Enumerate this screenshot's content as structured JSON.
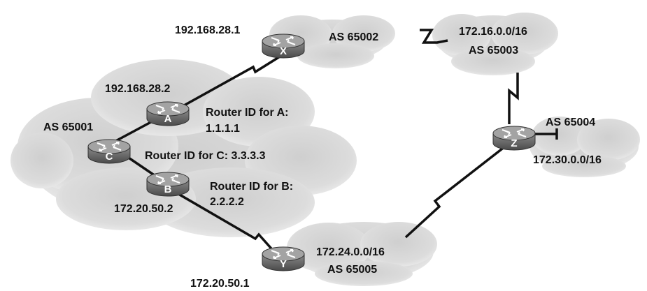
{
  "colors": {
    "cloud_fill": "#d8d8d8",
    "cloud_edge": "#eeeeee",
    "router_body": "#6e6e6e",
    "router_top": "#9a9a9a",
    "link": "#111111",
    "text": "#111111"
  },
  "routers": {
    "x": {
      "letter": "X",
      "icon": "router-icon"
    },
    "a": {
      "letter": "A",
      "icon": "router-icon"
    },
    "c": {
      "letter": "C",
      "icon": "router-icon"
    },
    "b": {
      "letter": "B",
      "icon": "router-icon"
    },
    "y": {
      "letter": "Y",
      "icon": "router-icon"
    },
    "z": {
      "letter": "Z",
      "icon": "router-icon"
    }
  },
  "labels": {
    "x_ip": "192.168.28.1",
    "as_65002": "AS 65002",
    "network_65003": "172.16.0.0/16",
    "as_65003": "AS 65003",
    "a_ip": "192.168.28.2",
    "router_id_a_title": "Router ID for A:",
    "router_id_a_value": "1.1.1.1",
    "as_65001": "AS 65001",
    "router_id_c": "Router ID for C: 3.3.3.3",
    "router_id_b_title": "Router ID for B:",
    "router_id_b_value": "2.2.2.2",
    "b_ip": "172.20.50.2",
    "as_65004": "AS 65004",
    "network_65004": "172.30.0.0/16",
    "network_65005": "172.24.0.0/16",
    "as_65005": "AS 65005",
    "y_ip": "172.20.50.1"
  }
}
